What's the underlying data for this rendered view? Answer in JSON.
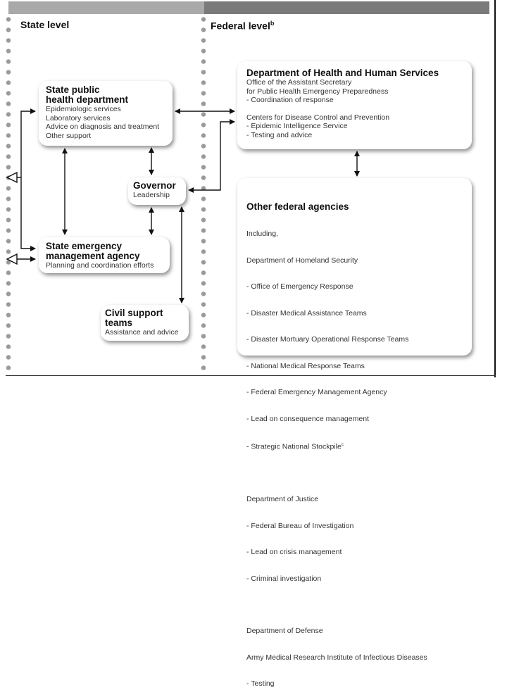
{
  "headers": {
    "state": "State level",
    "federal": "Federal level",
    "federal_sup": "b"
  },
  "state_public_health": {
    "title1": "State public",
    "title2": "health department",
    "lines": [
      "Epidemiologic services",
      "Laboratory services",
      "Advice on diagnosis and treatment",
      "Other support"
    ]
  },
  "governor": {
    "title": "Governor",
    "sub": "Leadership"
  },
  "state_emergency": {
    "title1": "State emergency",
    "title2": "management agency",
    "sub": "Planning and coordination efforts"
  },
  "civil_support": {
    "title1": "Civil support",
    "title2": "teams",
    "sub": "Assistance and advice"
  },
  "hhs": {
    "title": "Department of Health and Human Services",
    "lines": [
      "Office of the Assistant Secretary",
      "for Public Health Emergency Preparedness",
      "- Coordination of response"
    ],
    "lines2": [
      "Centers for Disease Control and Prevention",
      "- Epidemic Intelligence Service",
      "- Testing and advice"
    ]
  },
  "other": {
    "title": "Other federal agencies",
    "l": [
      "Including,",
      "Department of Homeland Security",
      "- Office of Emergency Response",
      "   - Disaster Medical Assistance Teams",
      "   - Disaster Mortuary Operational Response Teams",
      "   - National Medical Response Teams",
      "- Federal Emergency Management Agency",
      "   - Lead on consequence management",
      "- Strategic National Stockpile"
    ],
    "stockpile_sup": "c",
    "doj": [
      "Department of Justice",
      "- Federal Bureau of Investigation",
      "   - Lead on crisis management",
      "   - Criminal investigation"
    ],
    "dod": [
      "Department of Defense",
      "      Army Medical Research Institute of Infectious Diseases",
      "   - Testing"
    ]
  }
}
